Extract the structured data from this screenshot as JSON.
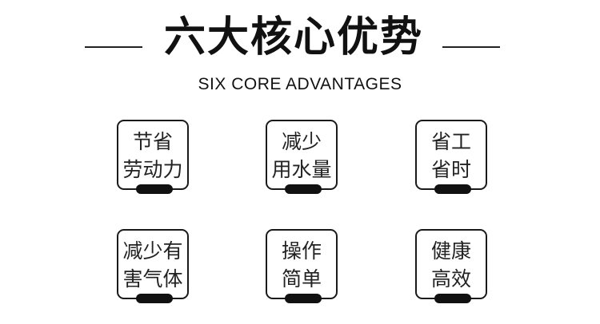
{
  "header": {
    "title": "六大核心优势",
    "subtitle": "SIX CORE ADVANTAGES"
  },
  "advantages": [
    {
      "line1": "节省",
      "line2": "劳动力"
    },
    {
      "line1": "减少",
      "line2": "用水量"
    },
    {
      "line1": "省工",
      "line2": "省时"
    },
    {
      "line1": "减少有",
      "line2": "害气体"
    },
    {
      "line1": "操作",
      "line2": "简单"
    },
    {
      "line1": "健康",
      "line2": "高效"
    }
  ]
}
